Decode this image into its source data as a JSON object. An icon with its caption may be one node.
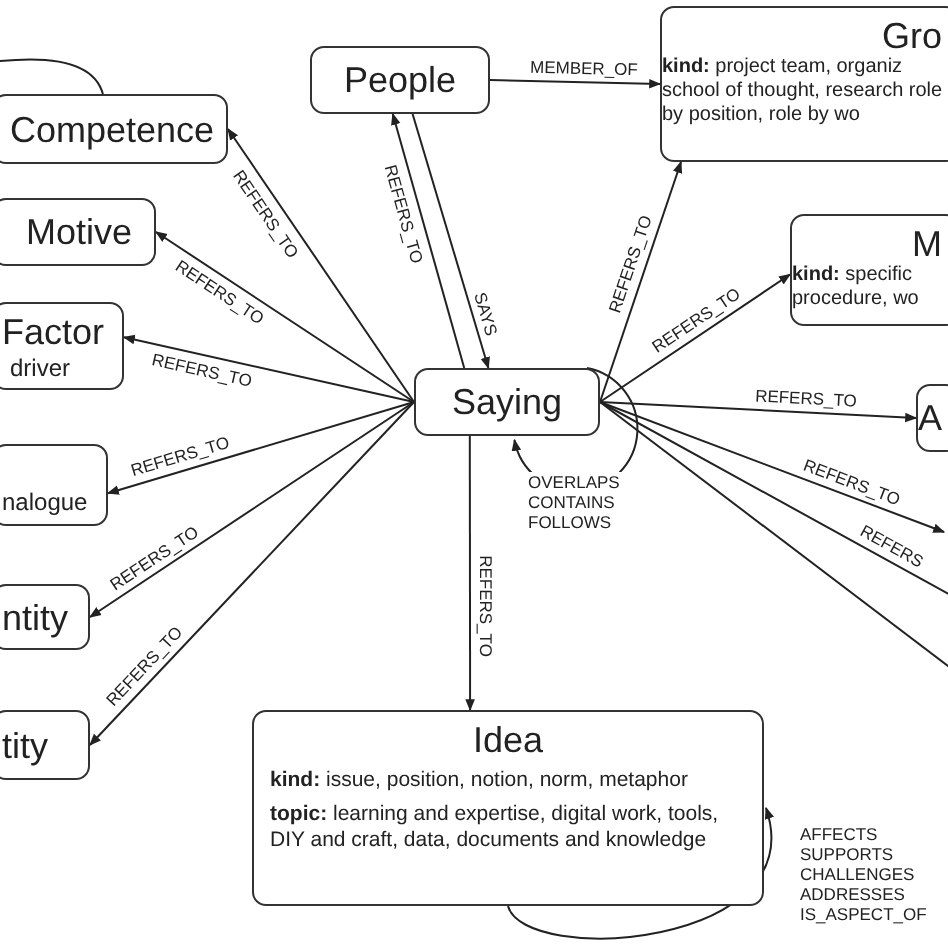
{
  "diagram": {
    "nodes": [
      {
        "text": [
          "People"
        ]
      },
      {
        "text": [
          "Gro",
          "**kind:** project team, organiz school of thought, research role by position, role by wo"
        ]
      },
      {
        "text": [
          "M",
          "**kind:** specific procedure, wo"
        ]
      },
      {
        "text": [
          "A"
        ]
      },
      {
        "text": [
          "Saying"
        ]
      },
      {
        "text": [
          "Competence"
        ]
      },
      {
        "text": [
          "Motive"
        ]
      },
      {
        "text": [
          "Factor",
          "driver"
        ]
      },
      {
        "text": [
          "nalogue"
        ]
      },
      {
        "text": [
          "ntity"
        ]
      },
      {
        "text": [
          "tity"
        ]
      },
      {
        "text": [
          "Idea",
          "**kind:** issue, position, notion, norm, metaphor",
          "**topic:** learning and expertise, digital work, tools, DIY and craft, data, documents and knowledge"
        ]
      }
    ],
    "edges": [
      {
        "from": 0,
        "to": 1,
        "arrow": "to",
        "label": "MEMBER_OF"
      },
      {
        "from": 4,
        "to": 0,
        "arrow": "to",
        "label": "REFERS_TO"
      },
      {
        "from": 0,
        "to": 4,
        "arrow": "to",
        "label": "SAYS"
      },
      {
        "from": 4,
        "to": 1,
        "arrow": "to",
        "label": "REFERS_TO"
      },
      {
        "from": 4,
        "to": 2,
        "arrow": "to",
        "label": "REFERS_TO"
      },
      {
        "from": 4,
        "to": 3,
        "arrow": "to",
        "label": "REFERS_TO"
      },
      {
        "from": 4,
        "to": null,
        "arrow": "to",
        "label": "REFERS_TO"
      },
      {
        "from": 4,
        "to": null,
        "arrow": "none",
        "label": "REFERS"
      },
      {
        "from": 4,
        "to": null,
        "arrow": "none"
      },
      {
        "from": 4,
        "to": 4,
        "arrow": "to",
        "label": "OVERLAPS CONTAINS FOLLOWS"
      },
      {
        "from": 4,
        "to": 5,
        "arrow": "to",
        "label": "REFERS_TO"
      },
      {
        "from": 4,
        "to": 6,
        "arrow": "to",
        "label": "REFERS_TO"
      },
      {
        "from": 4,
        "to": 7,
        "arrow": "to",
        "label": "REFERS_TO"
      },
      {
        "from": 4,
        "to": 8,
        "arrow": "to",
        "label": "REFERS_TO"
      },
      {
        "from": 4,
        "to": 9,
        "arrow": "to",
        "label": "REFERS_TO"
      },
      {
        "from": 4,
        "to": 10,
        "arrow": "to",
        "label": "REFERS_TO"
      },
      {
        "from": 4,
        "to": 11,
        "arrow": "to",
        "label": "REFERS_TO"
      },
      {
        "from": 11,
        "to": 11,
        "arrow": "to",
        "label": "AFFECTS SUPPORTS CHALLENGES ADDRESSES IS_ASPECT_OF"
      },
      {
        "from": 5,
        "to": null,
        "arrow": "none"
      }
    ]
  }
}
